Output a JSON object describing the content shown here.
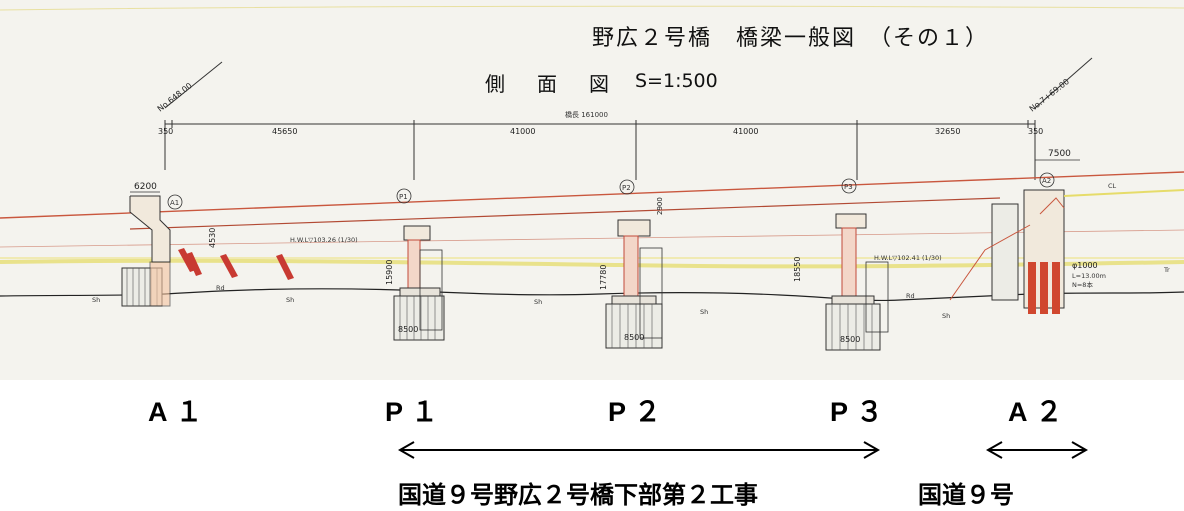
{
  "drawing": {
    "title": "野広２号橋　橋梁一般図　（その１）",
    "view_title": "側　面　図",
    "scale": "S=1:500",
    "station_start": "No.648.00",
    "station_end": "No.7+69.00",
    "bridge_length": "橋長 161000",
    "spans": [
      "350",
      "45650",
      "41000",
      "41000",
      "32650",
      "350"
    ],
    "dims": {
      "a1_top": "6200",
      "a1_height": "4530",
      "p1_height": "15900",
      "p2_height": "17780",
      "p3_height": "18550",
      "a2_top": "7500",
      "a2_pile": "φ1000",
      "p1_footing": "8500",
      "p2_footing": "8500",
      "p3_footing": "8500",
      "girder_depth": "2900"
    },
    "markers": [
      "A1",
      "P1",
      "P2",
      "P3",
      "A2"
    ],
    "notes": {
      "hwl_left": "H.W.L▽103.26 (1/30)",
      "hwl_right": "H.W.L▽102.41 (1/30)",
      "soil_sh": "Sh",
      "soil_rd": "Rd",
      "soil_tr": "Tr",
      "soil_cl": "CL",
      "pile_note": "L=13.00m",
      "n_value": "N=8本"
    }
  },
  "labels": {
    "pier_a1": "A１",
    "pier_p1": "P１",
    "pier_p2": "P２",
    "pier_p3": "P３",
    "pier_a2": "A２"
  },
  "contracts": {
    "contract_1": "国道９号野広２号橋下部第２工事",
    "contract_2": "国道９号"
  }
}
